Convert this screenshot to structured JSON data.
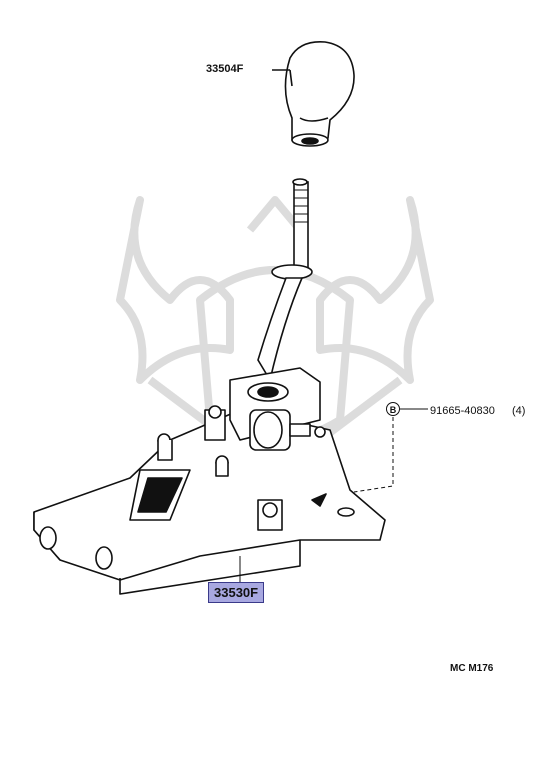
{
  "parts": {
    "shift_knob": "33504F",
    "bolt_part": "91665-40830",
    "bolt_qty": "(4)",
    "bolt_marker": "B",
    "lever_assembly": "33530F"
  },
  "colors": {
    "lever_highlight": "#a8a8e0",
    "line": "#111111",
    "watermark": "#d8d8d8"
  },
  "diagram_code": "MC M176"
}
